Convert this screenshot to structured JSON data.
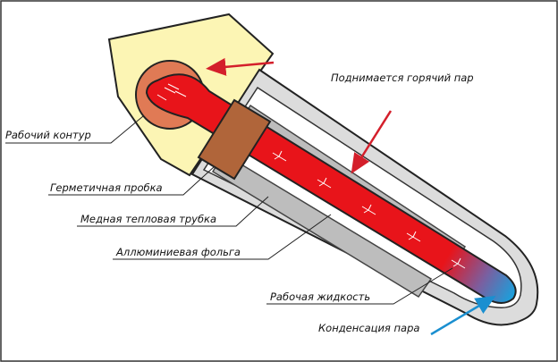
{
  "labels": {
    "hot_vapor": "Поднимается горячий пар",
    "working_circuit": "Рабочий контур",
    "seal_plug": "Герметичная пробка",
    "copper_heat_pipe": "Медная тепловая трубка",
    "aluminum_foil": "Аллюминиевая фольга",
    "working_fluid": "Рабочая жидкость",
    "vapor_condensation": "Конденсация пара"
  },
  "colors": {
    "hot_red": "#e8141a",
    "cold_blue": "#1aa0dc",
    "manifold_yellow": "#fcf5b4",
    "copper_bulb": "#e07a55",
    "plug_brown": "#b0653a",
    "foil_gray": "#bdbdbd",
    "glass_gray": "#d8d8d8"
  },
  "icons": [
    "red-arrow",
    "blue-arrow",
    "vapor-flow-arrow"
  ]
}
